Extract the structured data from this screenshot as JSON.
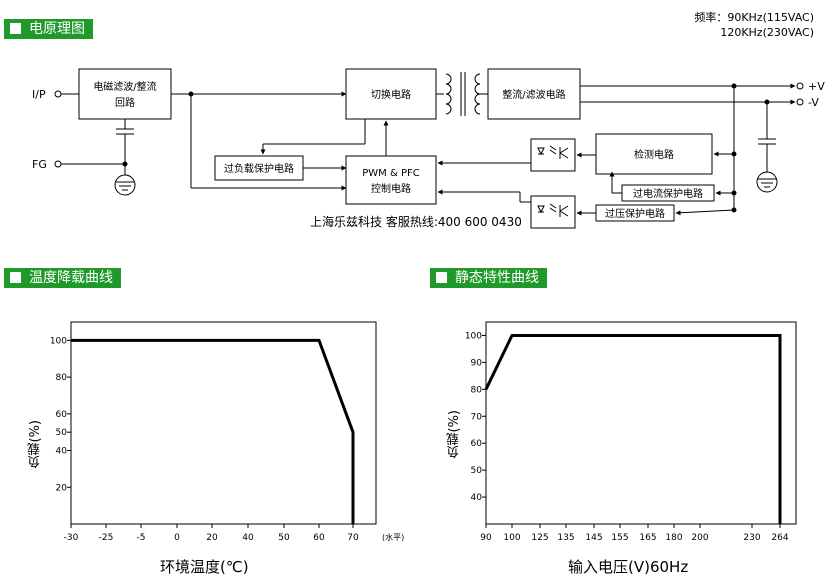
{
  "sections": {
    "schematic_title": "电原理图",
    "derating_title": "温度降载曲线",
    "static_title": "静态特性曲线"
  },
  "frequency": {
    "line1": "频率：90KHz(115VAC)",
    "line2": "120KHz(230VAC)"
  },
  "schematic": {
    "input_label": "I/P",
    "fg_label": "FG",
    "blocks": {
      "emi": [
        "电磁滤波/整流",
        "回路"
      ],
      "switch": "切换电路",
      "rectifier": "整流/滤波电路",
      "overload": "过负载保护电路",
      "pwm": [
        "PWM & PFC",
        "控制电路"
      ],
      "detect": "检测电路",
      "ocp": "过电流保护电路",
      "ovp": "过压保护电路"
    },
    "outputs": [
      "+V",
      "-V"
    ],
    "contact": "上海乐兹科技 客服热线:400 600 0430"
  },
  "chart_data": [
    {
      "type": "line",
      "title": "温度降载曲线",
      "xlabel": "环境温度(℃)",
      "ylabel": "负载(%)",
      "x_unit_note": "(水平)",
      "x_ticks": [
        -30,
        -25,
        -5,
        0,
        20,
        40,
        50,
        60,
        70
      ],
      "y_ticks": [
        20,
        40,
        50,
        60,
        80,
        100
      ],
      "series": [
        {
          "x": [
            -30,
            60,
            70,
            70
          ],
          "y": [
            100,
            100,
            50,
            0
          ]
        }
      ]
    },
    {
      "type": "line",
      "title": "静态特性曲线",
      "xlabel": "输入电压(V)60Hz",
      "ylabel": "负载(%)",
      "x_ticks": [
        90,
        100,
        125,
        135,
        145,
        155,
        165,
        180,
        200,
        230,
        264
      ],
      "y_ticks": [
        40,
        50,
        60,
        70,
        80,
        90,
        100
      ],
      "series": [
        {
          "x": [
            90,
            100,
            264,
            264
          ],
          "y": [
            80,
            100,
            100,
            30
          ]
        }
      ]
    }
  ],
  "colors": {
    "header_green": "#1f9a2a",
    "curve": "#000000"
  }
}
